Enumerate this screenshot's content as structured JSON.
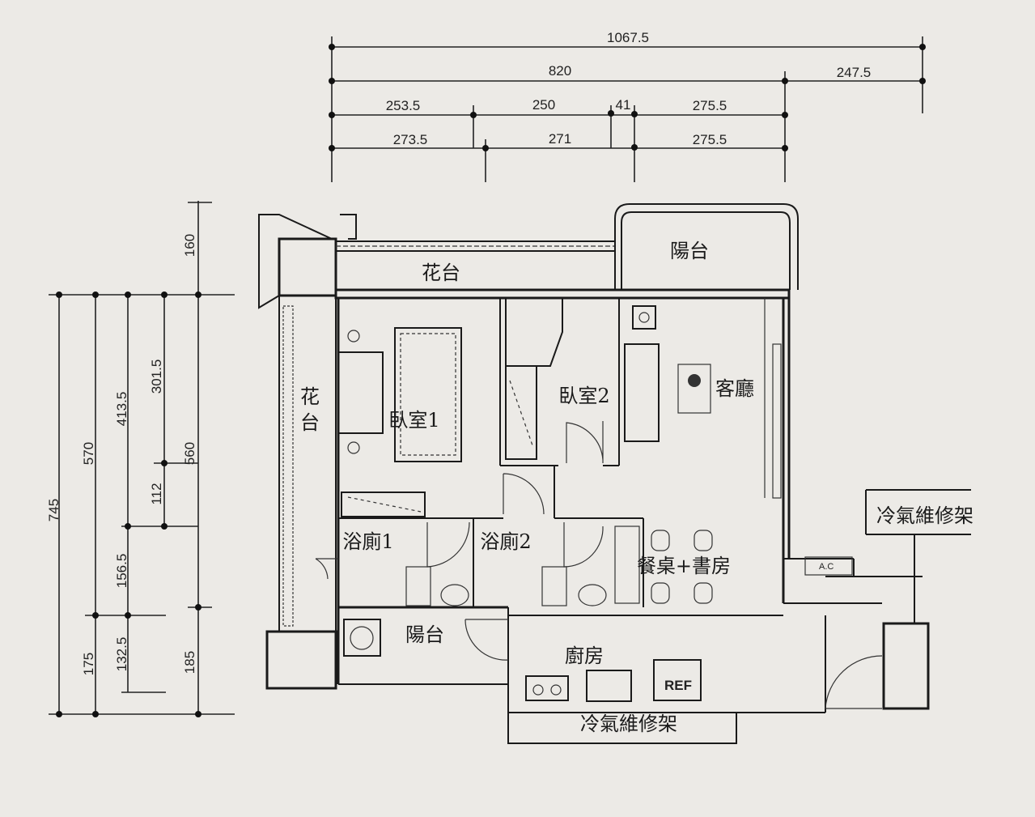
{
  "dimensions": {
    "top": {
      "total": "1067.5",
      "row2": [
        "820",
        "247.5"
      ],
      "row3": [
        "253.5",
        "250",
        "41",
        "275.5"
      ],
      "row4": [
        "273.5",
        "271",
        "275.5"
      ]
    },
    "left": {
      "col1": "745",
      "col2": [
        "570",
        "175"
      ],
      "col3": [
        "413.5",
        "156.5",
        "132.5"
      ],
      "col4": [
        "301.5",
        "112"
      ],
      "col5": [
        "160",
        "560",
        "185"
      ]
    }
  },
  "rooms": {
    "planter_top": "花台",
    "balcony_top": "陽台",
    "planter_left_1": "花",
    "planter_left_2": "台",
    "bedroom1": "臥室1",
    "bedroom2": "臥室2",
    "living": "客廳",
    "bath1": "浴廁1",
    "bath2": "浴廁2",
    "dining": "餐桌+書房",
    "balcony_bottom": "陽台",
    "kitchen": "廚房",
    "ref": "REF",
    "ac": "A.C",
    "ac_shelf_right": "冷氣維修架",
    "ac_shelf_bottom": "冷氣維修架"
  }
}
